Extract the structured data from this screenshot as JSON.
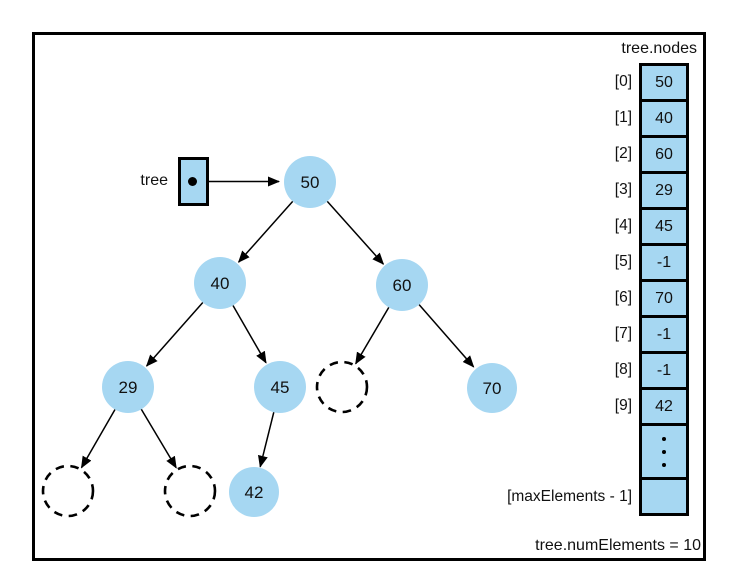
{
  "array": {
    "title": "tree.nodes",
    "rows": [
      {
        "index": "[0]",
        "value": "50"
      },
      {
        "index": "[1]",
        "value": "40"
      },
      {
        "index": "[2]",
        "value": "60"
      },
      {
        "index": "[3]",
        "value": "29"
      },
      {
        "index": "[4]",
        "value": "45"
      },
      {
        "index": "[5]",
        "value": "-1"
      },
      {
        "index": "[6]",
        "value": "70"
      },
      {
        "index": "[7]",
        "value": "-1"
      },
      {
        "index": "[8]",
        "value": "-1"
      },
      {
        "index": "[9]",
        "value": "42"
      }
    ],
    "last_row_label": "[maxElements - 1]"
  },
  "pointer": {
    "label": "tree"
  },
  "tree": {
    "values": [
      "50",
      "40",
      "60",
      "29",
      "45",
      "70",
      "42"
    ]
  },
  "footer": "tree.numElements = 10",
  "colors": {
    "node_fill": "#a6d7f2",
    "stroke": "#000000"
  }
}
